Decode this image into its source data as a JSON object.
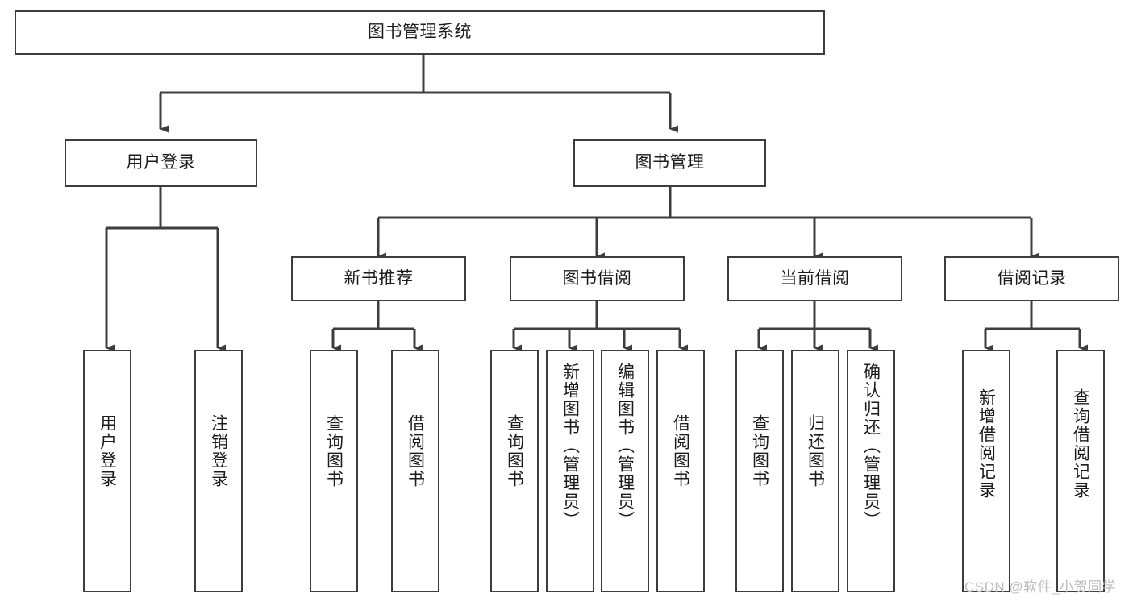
{
  "diagram": {
    "title": "图书管理系统",
    "type": "tree-hierarchy",
    "colors": {
      "line": "#3d3d3d",
      "box_border": "#3d3d3d",
      "box_fill": "#ffffff",
      "text": "#1c1c1c",
      "background": "#ffffff",
      "watermark": "#bdbdbd"
    },
    "root": {
      "label": "图书管理系统"
    },
    "level1": [
      {
        "label": "用户登录"
      },
      {
        "label": "图书管理"
      }
    ],
    "level2": [
      {
        "label": "新书推荐"
      },
      {
        "label": "图书借阅"
      },
      {
        "label": "当前借阅"
      },
      {
        "label": "借阅记录"
      }
    ],
    "leaves": {
      "user_login": [
        {
          "label": "用户登录"
        },
        {
          "label": "注销登录"
        }
      ],
      "new_book_recommend": [
        {
          "label": "查询图书"
        },
        {
          "label": "借阅图书"
        }
      ],
      "book_borrow": [
        {
          "label": "查询图书"
        },
        {
          "label": "新增图书（管理员）"
        },
        {
          "label": "编辑图书（管理员）"
        },
        {
          "label": "借阅图书"
        }
      ],
      "current_borrow": [
        {
          "label": "查询图书"
        },
        {
          "label": "归还图书"
        },
        {
          "label": "确认归还（管理员）"
        }
      ],
      "borrow_record": [
        {
          "label": "新增借阅记录"
        },
        {
          "label": "查询借阅记录"
        }
      ]
    },
    "watermark": "CSDN @软件_小贺同学"
  }
}
